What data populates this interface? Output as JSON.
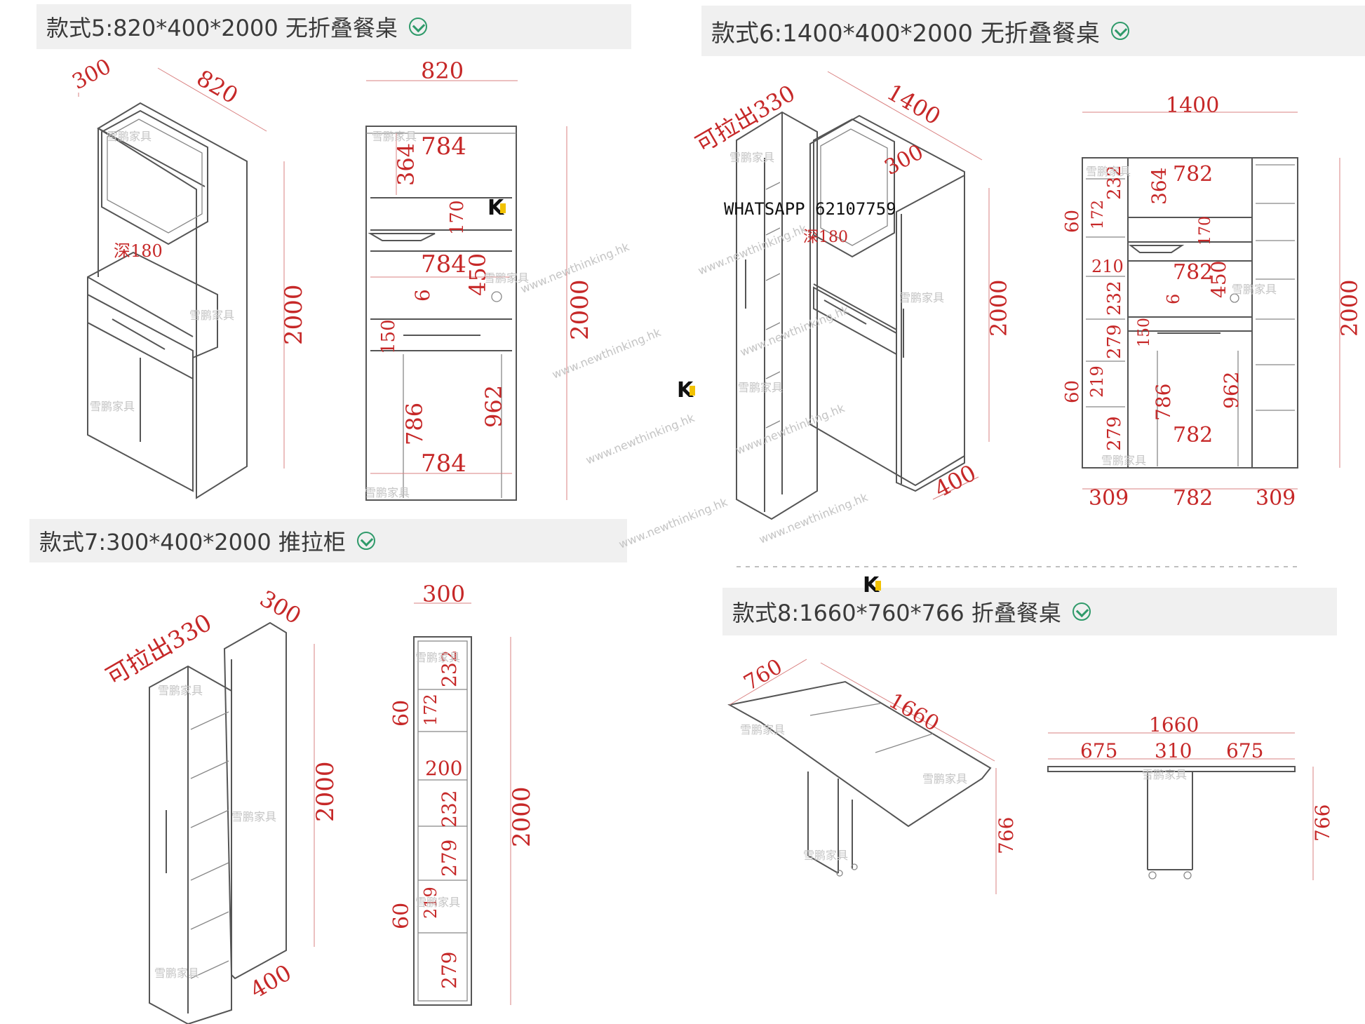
{
  "headers": {
    "s5": "款式5:820*400*2000 无折叠餐桌",
    "s6": "款式6:1400*400*2000 无折叠餐桌",
    "s7": "款式7:300*400*2000 推拉柜",
    "s8": "款式8:1660*760*766 折叠餐桌"
  },
  "watermark": {
    "brand": "雪鹏家具",
    "site": "www.newthinking.hk",
    "whatsapp": "WHATSAPP  62107759",
    "logo": "K"
  },
  "s5": {
    "iso": {
      "depth": "300",
      "width": "820",
      "height": "2000",
      "niche": "深180"
    },
    "front": {
      "width": "820",
      "height": "2000",
      "top_width": "784",
      "top_height": "364",
      "flap": "170",
      "mid_width": "784",
      "mid_height": "450",
      "board": "6",
      "drawer": "150",
      "leg": "786",
      "desk_h": "962",
      "bottom_width": "784"
    }
  },
  "s6": {
    "iso": {
      "pull": "可拉出330",
      "width": "1400",
      "depth": "300",
      "height": "2000",
      "niche": "深180",
      "side": "400"
    },
    "front": {
      "width": "1400",
      "height": "2000",
      "s1": "232",
      "s2": "172",
      "s3": "60",
      "s4": "210",
      "s5": "232",
      "s6": "279",
      "s7": "219",
      "s8": "60",
      "s9": "279",
      "top_width": "782",
      "top_height": "364",
      "flap": "170",
      "mid_width": "782",
      "mid_height": "450",
      "board": "6",
      "drawer": "150",
      "leg": "786",
      "desk_h": "962",
      "bottom_width": "782",
      "left": "309",
      "center": "782",
      "right": "309"
    }
  },
  "s7": {
    "iso": {
      "pull": "可拉出330",
      "depth": "300",
      "height": "2000",
      "side": "400"
    },
    "front": {
      "width": "300",
      "height": "2000",
      "a": "232",
      "b": "172",
      "c": "60",
      "d": "200",
      "e": "232",
      "f": "279",
      "g": "219",
      "h": "60",
      "i": "279"
    }
  },
  "s8": {
    "iso": {
      "depth": "760",
      "length": "1660",
      "height": "766"
    },
    "front": {
      "total": "1660",
      "left": "675",
      "mid": "310",
      "right": "675",
      "height": "766"
    }
  }
}
